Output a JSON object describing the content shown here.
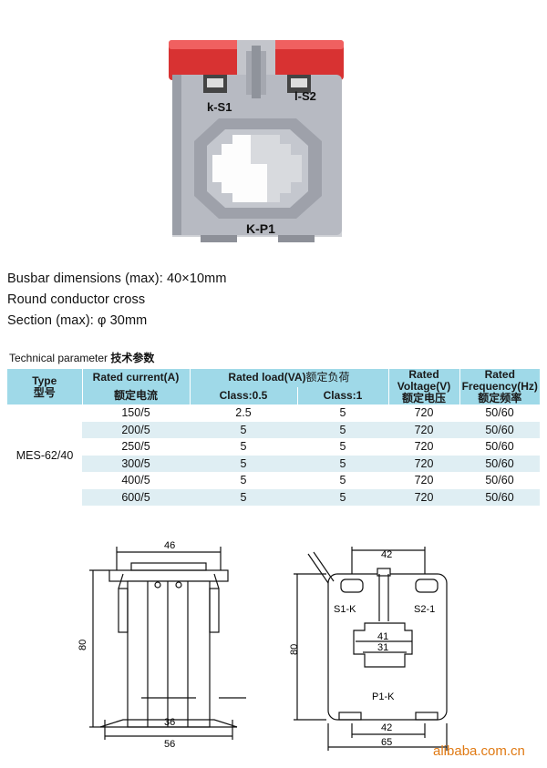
{
  "specs": {
    "line1": "Busbar dimensions (max): 40×10mm",
    "line2": "Round conductor cross",
    "line3": "Section (max): φ 30mm"
  },
  "table_title": {
    "en": "Technical parameter",
    "cn": "技术参数"
  },
  "table": {
    "headers": {
      "type_en": "Type",
      "type_cn": "型号",
      "current_en": "Rated current(A)",
      "current_cn": "额定电流",
      "load_en": "Rated load(VA)",
      "load_cn": "额定负荷",
      "class05": "Class:0.5",
      "class1": "Class:1",
      "voltage_en1": "Rated",
      "voltage_en2": "Voltage(V)",
      "voltage_cn": "额定电压",
      "freq_en1": "Rated",
      "freq_en2": "Frequency(Hz)",
      "freq_cn": "额定频率"
    },
    "type": "MES-62/40",
    "rows": [
      {
        "current": "150/5",
        "c05": "2.5",
        "c1": "5",
        "voltage": "720",
        "freq": "50/60"
      },
      {
        "current": "200/5",
        "c05": "5",
        "c1": "5",
        "voltage": "720",
        "freq": "50/60"
      },
      {
        "current": "250/5",
        "c05": "5",
        "c1": "5",
        "voltage": "720",
        "freq": "50/60"
      },
      {
        "current": "300/5",
        "c05": "5",
        "c1": "5",
        "voltage": "720",
        "freq": "50/60"
      },
      {
        "current": "400/5",
        "c05": "5",
        "c1": "5",
        "voltage": "720",
        "freq": "50/60"
      },
      {
        "current": "600/5",
        "c05": "5",
        "c1": "5",
        "voltage": "720",
        "freq": "50/60"
      }
    ]
  },
  "photo_labels": {
    "ks1": "k-S1",
    "ls2": "l-S2",
    "kp1": "K-P1"
  },
  "drawing_side": {
    "top_width": "46",
    "height": "80",
    "base_inner": "36",
    "base_outer": "56"
  },
  "drawing_front": {
    "top_width": "42",
    "height": "80",
    "s1": "S1-K",
    "s2": "S2-1",
    "w41": "41",
    "w31": "31",
    "p1": "P1-K",
    "base_inner": "42",
    "base_outer": "65"
  },
  "footer": {
    "brand": "alibaba.com.cn"
  },
  "colors": {
    "header_bg": "#9fd9e8",
    "row_alt": "#dfeef3",
    "device_grey": "#b9bcc4",
    "device_red": "#e03a3a",
    "brand": "#e07a14"
  }
}
